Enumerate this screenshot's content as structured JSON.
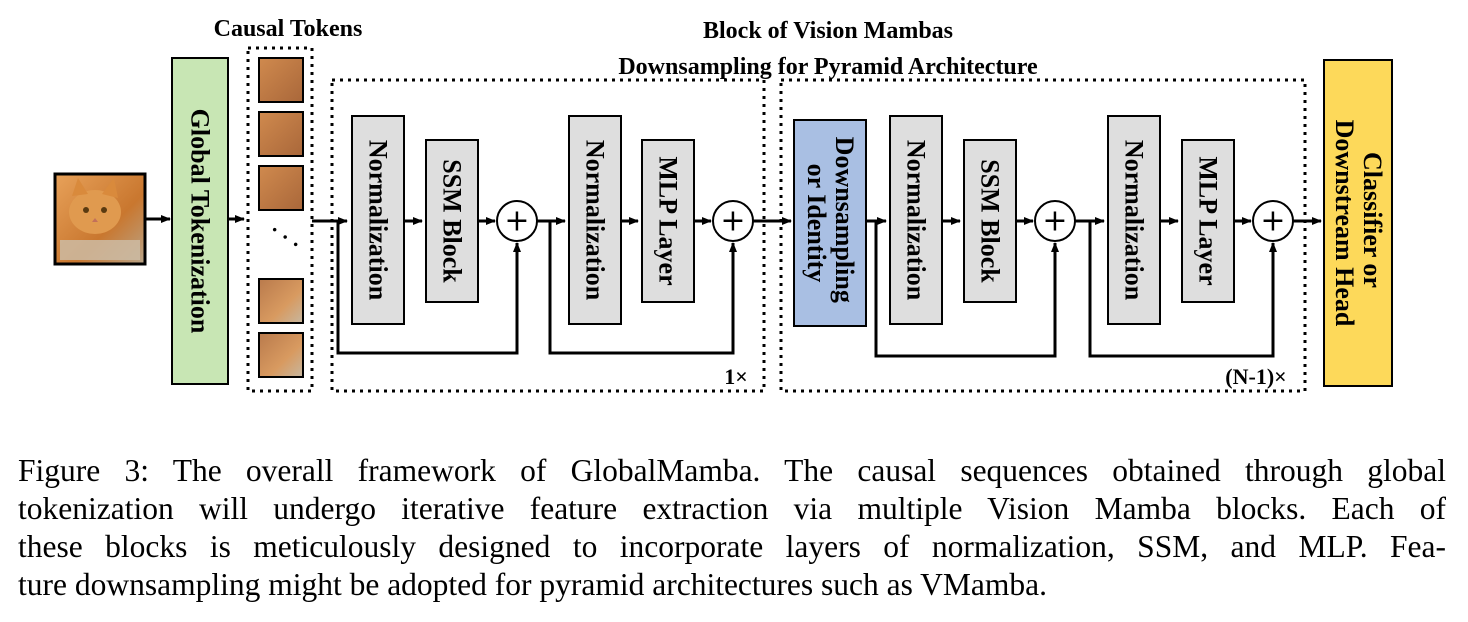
{
  "labels": {
    "causal_tokens": "Causal Tokens",
    "block_title": "Block of Vision Mambas",
    "downsample_title": "Downsampling for Pyramid Architecture",
    "global_tokenization": "Global Tokenization",
    "normalization": "Normalization",
    "ssm_block": "SSM Block",
    "mlp_layer": "MLP Layer",
    "downsampling_line1": "Downsampling",
    "downsampling_line2": "or Identity",
    "classifier_line1": "Classifier or",
    "classifier_line2": "Downstream Head",
    "repeat_first": "1×",
    "repeat_rest": "(N-1)×",
    "plus": "+",
    "ellipsis": "· · ·"
  },
  "colors": {
    "tokenization_fill": "#c8e6b4",
    "block_fill": "#dedede",
    "downsampling_fill": "#a9bfe3",
    "classifier_fill": "#fdd95a",
    "cat_orange": "#d7893f"
  },
  "caption": {
    "lines": [
      "Figure 3: The overall framework of GlobalMamba. The causal sequences obtained through global",
      "tokenization will undergo iterative feature extraction via multiple Vision Mamba blocks. Each of",
      "these blocks is meticulously designed to incorporate layers of normalization, SSM, and MLP. Fea-",
      "ture downsampling might be adopted for pyramid architectures such as VMamba."
    ]
  }
}
